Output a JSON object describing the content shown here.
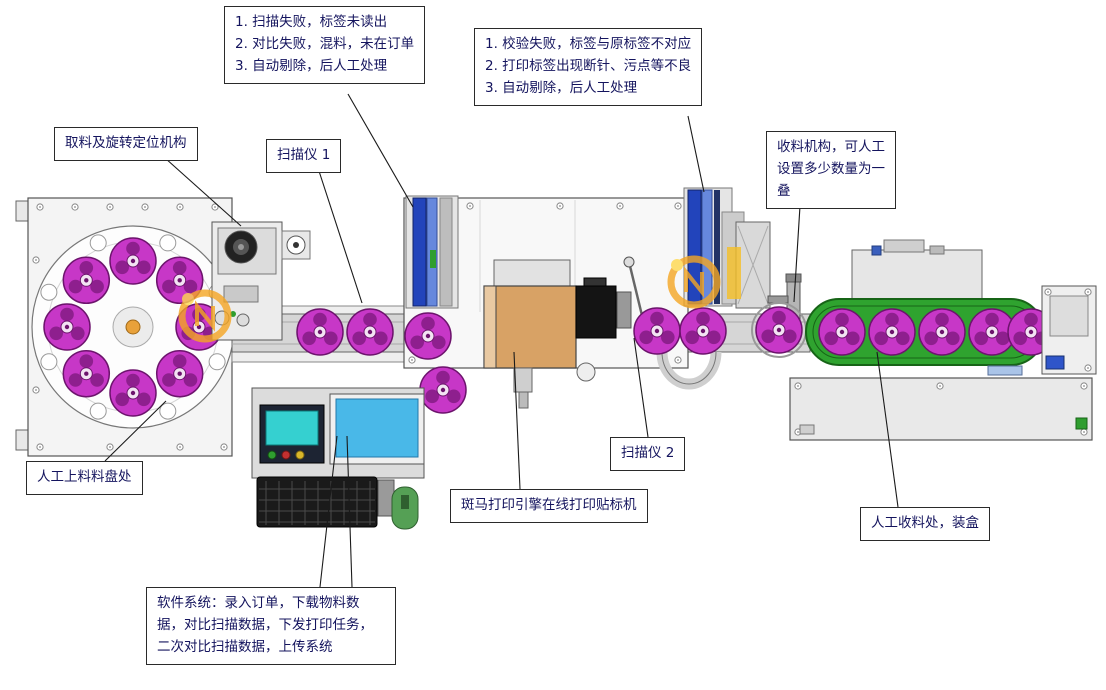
{
  "diagram": {
    "title": "inline-label-print-apply-machine-layout",
    "callouts": {
      "scan_fail": {
        "lines": [
          "1. 扫描失败，标签未读出",
          "2. 对比失败，混料，未在订单",
          "3. 自动剔除，后人工处理"
        ]
      },
      "verify_fail": {
        "lines": [
          "1. 校验失败，标签与原标签不对应",
          "2. 打印标签出现断针、污点等不良",
          "3. 自动剔除，后人工处理"
        ]
      },
      "pick_rotate": {
        "label": "取料及旋转定位机构"
      },
      "scanner1": {
        "label": "扫描仪 1"
      },
      "collect_mech": {
        "label": "收料机构，可人工设置多少数量为一叠"
      },
      "manual_feed": {
        "label": "人工上料料盘处"
      },
      "scanner2": {
        "label": "扫描仪 2"
      },
      "zebra_printer": {
        "label": "斑马打印引擎在线打印贴标机"
      },
      "manual_collect": {
        "label": "人工收料处，装盒"
      },
      "software": {
        "label": "软件系统：录入订单，下载物料数据，对比扫描数据，下发打印任务，二次对比扫描数据，上传系统"
      }
    },
    "colors": {
      "reel_magenta": "#c737c7",
      "reel_dark": "#6d146d",
      "conveyor_green": "#2fa32f",
      "scanner_blue": "#2244bb",
      "printer_tan": "#d8a265",
      "panel_screen_cyan": "#35d0d0",
      "monitor_screen_blue": "#49b8e8",
      "watermark_orange": "#f5a623",
      "callout_text_navy": "#14145e",
      "leader_line": "#1a1a1a"
    }
  }
}
